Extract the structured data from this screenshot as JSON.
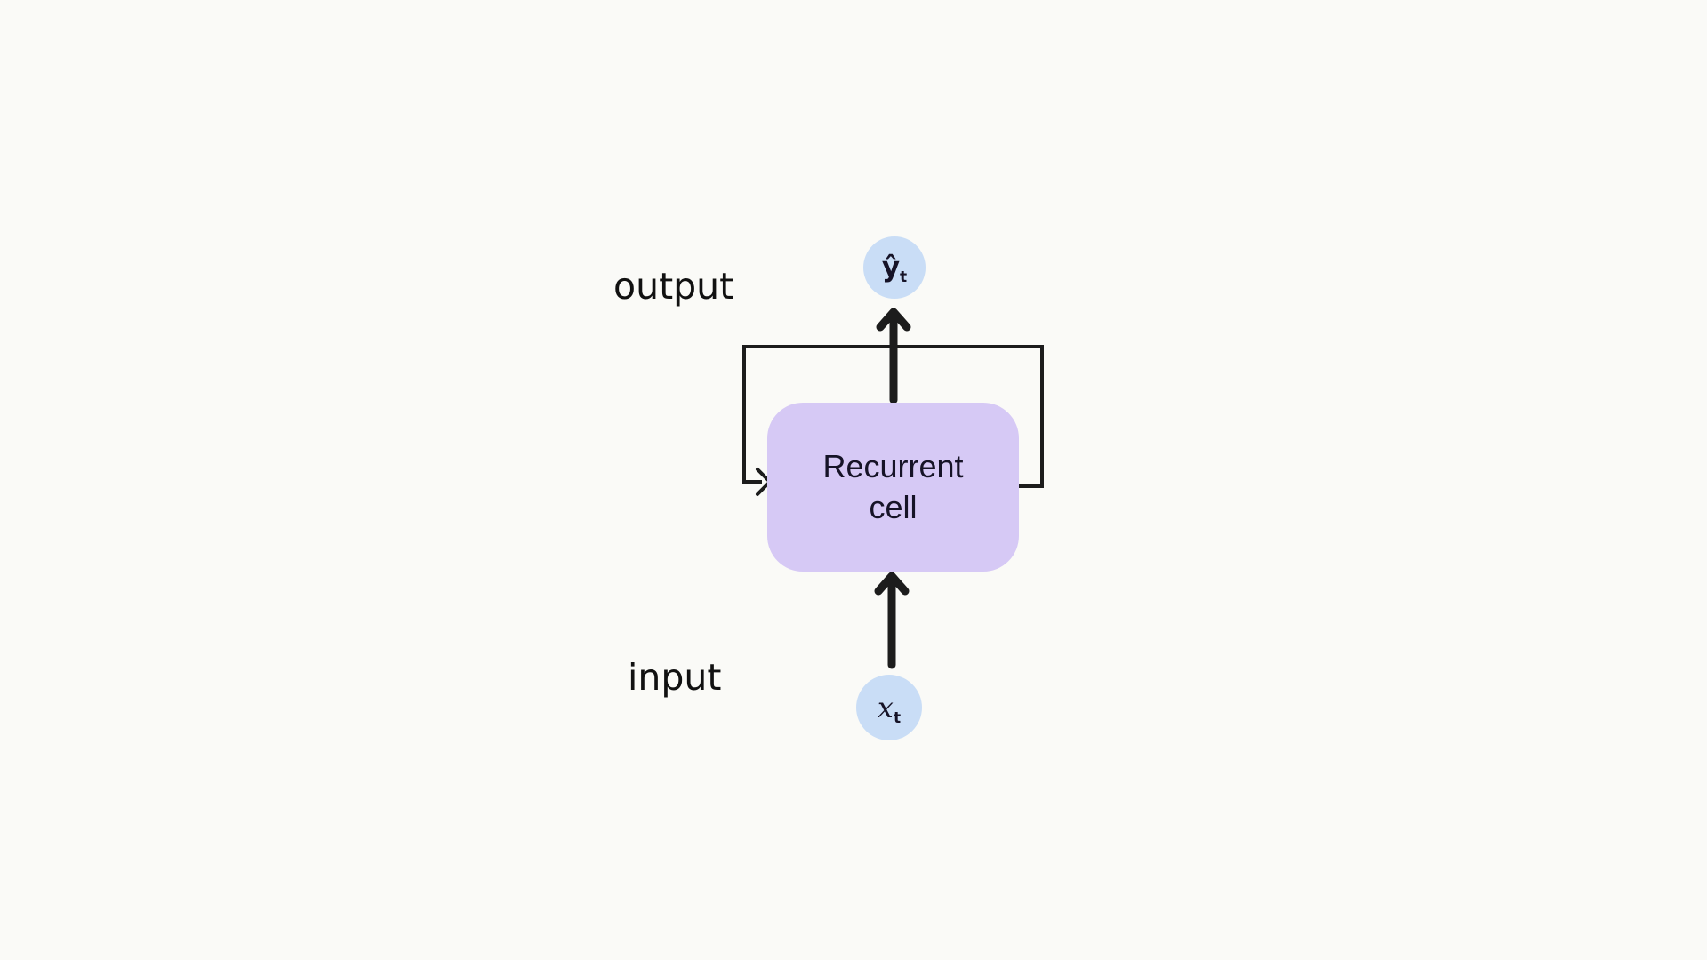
{
  "labels": {
    "output": "output",
    "input": "input"
  },
  "cell": {
    "label": "Recurrent\ncell"
  },
  "nodes": {
    "output": {
      "base": "ŷ",
      "subscript": "t"
    },
    "input": {
      "base": "x",
      "subscript": "t"
    }
  },
  "colors": {
    "background": "#fafaf7",
    "cell-fill": "#d6c9f5",
    "node-fill": "#c9ddf6",
    "line": "#1c1c1c",
    "text": "#161327"
  }
}
